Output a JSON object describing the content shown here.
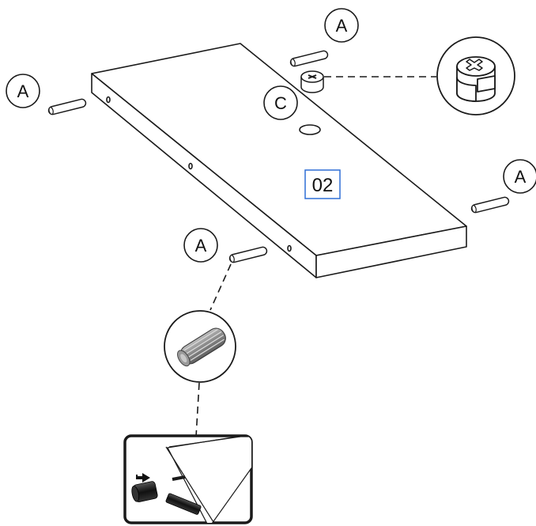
{
  "part_number": "02",
  "colors": {
    "line": "#1a1a1a",
    "part_box": "#2f6fd6",
    "fill": "#ffffff",
    "hole": "#e9e9e9"
  },
  "labels": {
    "dowel": "A",
    "cam_lock": "C"
  },
  "icons": [
    "dowel-icon",
    "cam-lock-icon",
    "ribbed-dowel-detail-icon",
    "hammer-insertion-icon",
    "arrow-icon"
  ]
}
